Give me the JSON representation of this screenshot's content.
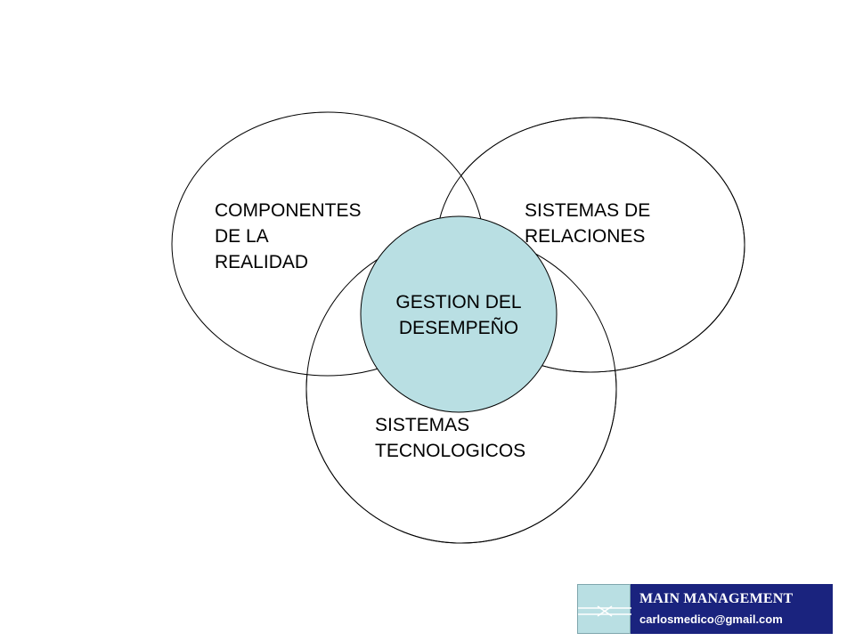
{
  "diagram": {
    "colors": {
      "background": "#ffffff",
      "circle_stroke": "#000000",
      "circle_fill": "#ffffff",
      "center_fill": "#b9dfe3",
      "badge_bg": "#1a237e",
      "badge_logo_bg": "#b9dfe3"
    },
    "nodes": {
      "realidad": {
        "line1": "COMPONENTES",
        "line2": "DE LA",
        "line3": "REALIDAD"
      },
      "relaciones": {
        "line1": "SISTEMAS DE",
        "line2": "RELACIONES"
      },
      "tecnologicos": {
        "line1": "SISTEMAS",
        "line2": "TECNOLOGICOS"
      },
      "center": {
        "line1": "GESTION DEL",
        "line2": "DESEMPEÑO"
      }
    }
  },
  "badge": {
    "title": "MAIN MANAGEMENT",
    "email": "carlosmedico@gmail.com"
  }
}
